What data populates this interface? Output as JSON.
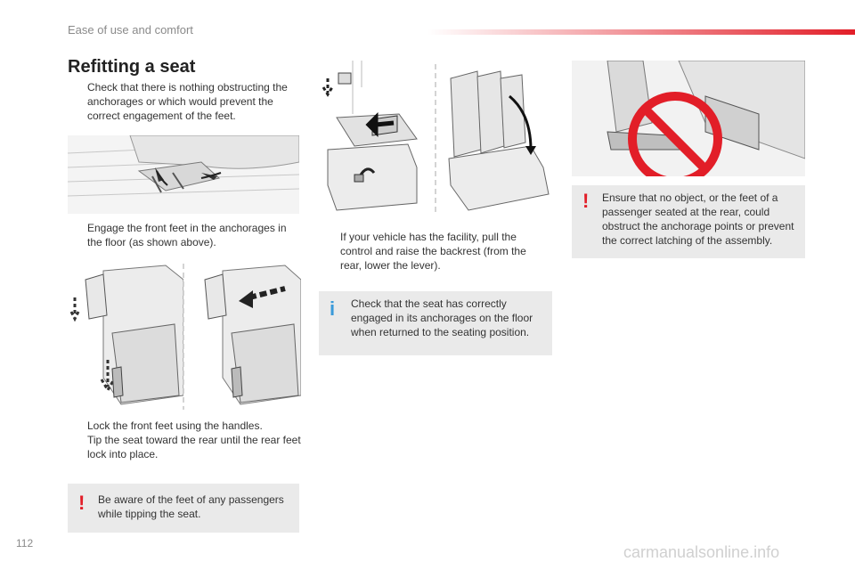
{
  "header": {
    "title": "Ease of use and comfort"
  },
  "page_number": "112",
  "watermark": "carmanualsonline.info",
  "section_title": "Refitting a seat",
  "bullets": {
    "check_obstruction": "Check that there is nothing obstructing the anchorages or which would prevent the correct engagement of the feet.",
    "engage_front_feet": "Engage the front feet in the anchorages in the floor (as shown above).",
    "lock_front_feet": "Lock the front feet using the handles.",
    "tip_seat": "Tip the seat toward the rear until the rear feet lock into place.",
    "pull_control": "If your vehicle has the facility, pull the control and raise the backrest (from the rear, lower the lever)."
  },
  "bullet_symbol": "",
  "notes": {
    "tipping_warning": "Be aware of the feet of any passengers while tipping the seat.",
    "engaged_info": "Check that the seat has correctly engaged in its anchorages on the floor when returned to the seating position.",
    "no_object_warning": "Ensure that no object, or the feet of a passenger seated at the rear, could obstruct the anchorage points or prevent the correct latching of the assembly."
  },
  "icons": {
    "warning_mark": "!",
    "info_mark": "i"
  },
  "colors": {
    "accent_red": "#e21e28",
    "info_blue": "#3a9ad9",
    "note_bg": "#eaeaea"
  }
}
